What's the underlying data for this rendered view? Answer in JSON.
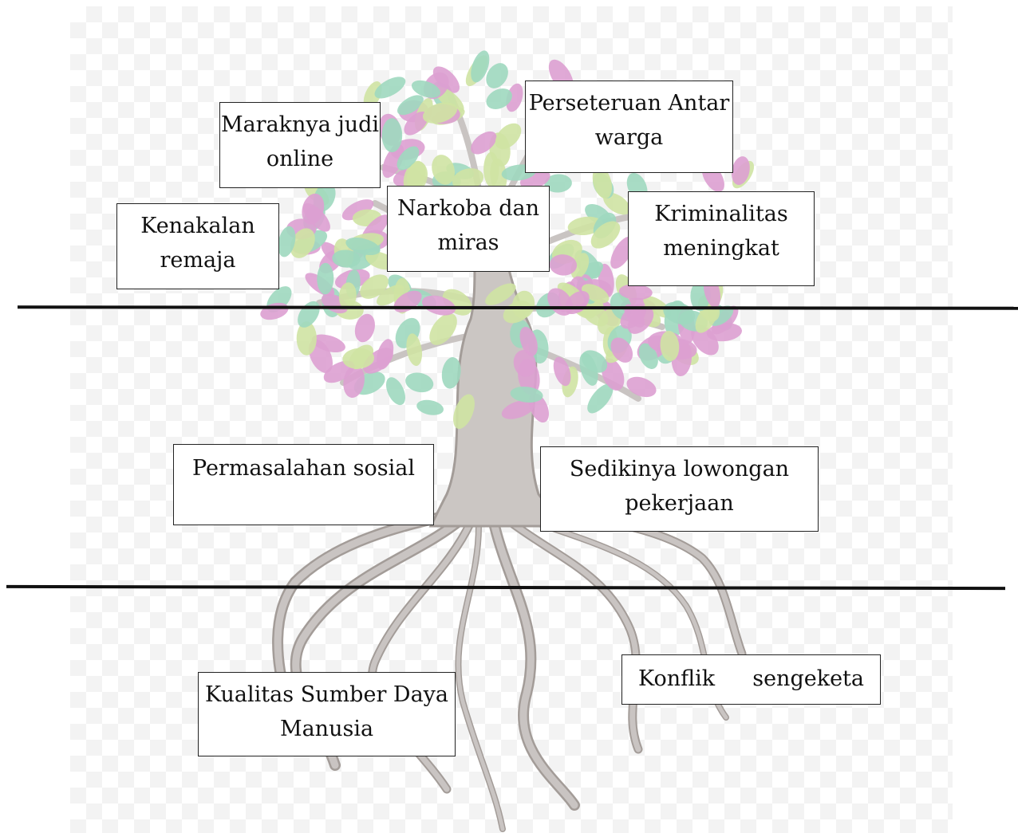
{
  "colors": {
    "leaf_green": "#9fd8bf",
    "leaf_pink": "#dda0d2",
    "leaf_lime": "#cfe3a3",
    "trunk": "#c9c4c2",
    "trunk_stroke": "#a39c98",
    "divider": "#111111"
  },
  "leaves": {
    "label_1": "Maraknya judi online",
    "label_2": "Perseteruan Antar warga",
    "label_3": "Kenakalan remaja",
    "label_4": "Narkoba dan miras",
    "label_5": "Kriminalitas meningkat"
  },
  "trunk": {
    "label_1": "Permasalahan sosial",
    "label_2": "Sedikinya lowongan pekerjaan"
  },
  "roots": {
    "label_1": "Kualitas Sumber Daya Manusia",
    "label_2_a": "Konflik",
    "label_2_b": "sengeketa"
  }
}
